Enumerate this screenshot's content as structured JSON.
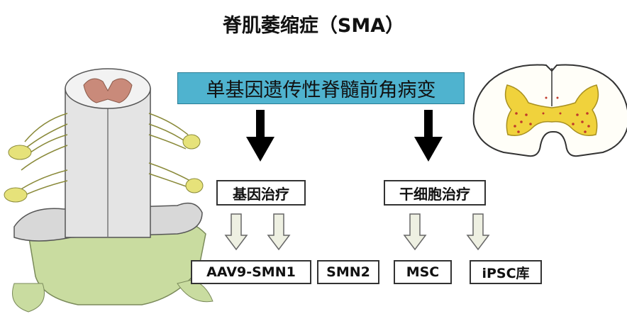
{
  "title": "脊肌萎缩症（SMA）",
  "banner": "单基因遗传性脊髓前角病变",
  "therapies": {
    "gene": {
      "label": "基因治疗",
      "children": [
        "AAV9-SMN1",
        "SMN2"
      ]
    },
    "stem_cell": {
      "label": "干细胞治疗",
      "children": [
        "MSC",
        "iPSC库"
      ]
    }
  },
  "colors": {
    "banner_fill": "#4fb3cf",
    "arrow_solid": "#000000",
    "arrow_hollow_fill": "#eef0e2",
    "cord_grey_matter_left": "#c98a7a",
    "cord_grey_matter_right": "#f0d23c",
    "nerve_yellow": "#e6e27a",
    "meninges_green": "#c9dca0"
  },
  "icons": [
    "spinal-cord-illustration",
    "spinal-cross-section-illustration"
  ]
}
